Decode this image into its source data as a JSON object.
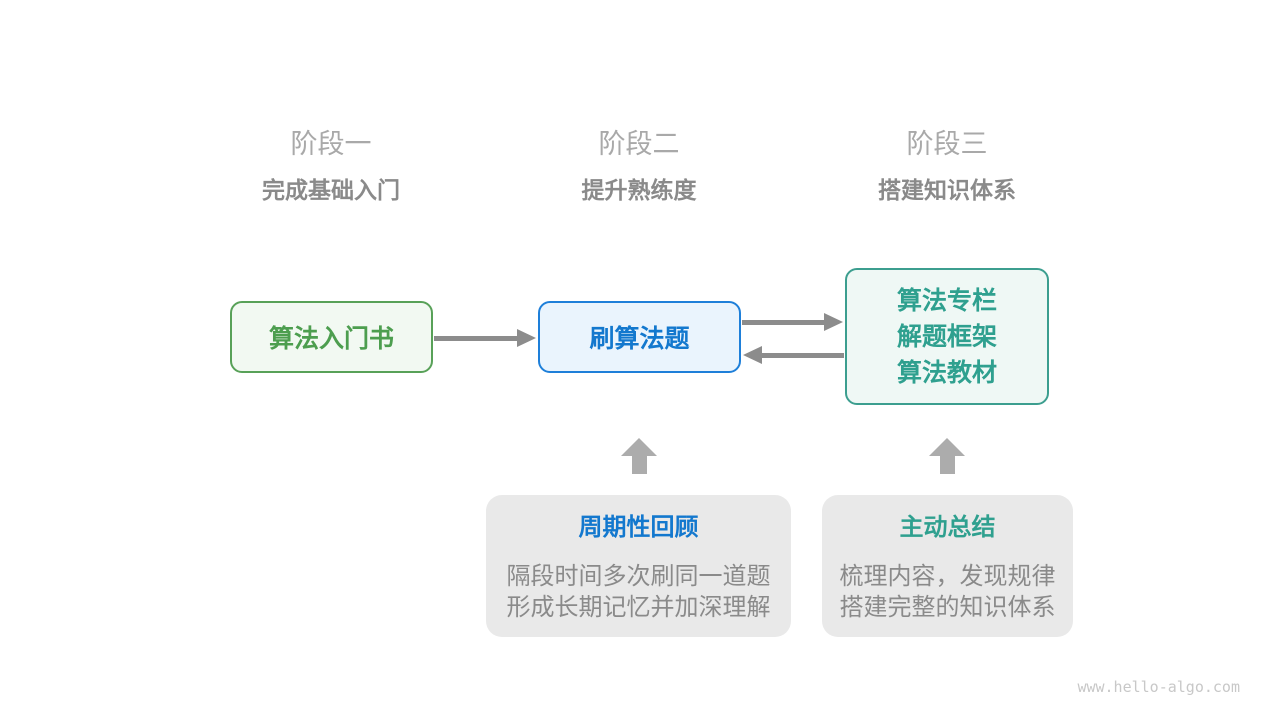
{
  "canvas": {
    "watermark": "www.hello-algo.com",
    "background_color": "#ffffff"
  },
  "colors": {
    "stage_title": "#a9a9a9",
    "stage_subtitle": "#8a8a8a",
    "arrow_gray": "#8c8c8c",
    "block_arrow_gray": "#acacac",
    "callout_bg": "#e9e9e9",
    "callout_body_text": "#8a8a8a",
    "green_border": "#58a158",
    "green_bg": "#f2f9f2",
    "green_text": "#4d9e4f",
    "blue_border": "#1e7fd9",
    "blue_bg": "#eaf4fd",
    "blue_text": "#1378ce",
    "teal_border": "#3c9e8f",
    "teal_bg": "#eff8f5",
    "teal_text": "#2fa08f"
  },
  "stages": [
    {
      "title": "阶段一",
      "subtitle": "完成基础入门"
    },
    {
      "title": "阶段二",
      "subtitle": "提升熟练度"
    },
    {
      "title": "阶段三",
      "subtitle": "搭建知识体系"
    }
  ],
  "nodes": {
    "intro_book": {
      "label": "算法入门书"
    },
    "practice": {
      "label": "刷算法题"
    },
    "resources": {
      "lines": [
        "算法专栏",
        "解题框架",
        "算法教材"
      ]
    }
  },
  "connections": [
    {
      "from": "intro_book",
      "to": "practice",
      "direction": "right"
    },
    {
      "from": "practice",
      "to": "resources",
      "direction": "right"
    },
    {
      "from": "resources",
      "to": "practice",
      "direction": "left"
    },
    {
      "from": "periodic_review",
      "to": "practice",
      "direction": "up"
    },
    {
      "from": "active_summary",
      "to": "resources",
      "direction": "up"
    }
  ],
  "callouts": [
    {
      "title": "周期性回顾",
      "body_lines": [
        "隔段时间多次刷同一道题",
        "形成长期记忆并加深理解"
      ]
    },
    {
      "title": "主动总结",
      "body_lines": [
        "梳理内容，发现规律",
        "搭建完整的知识体系"
      ]
    }
  ]
}
